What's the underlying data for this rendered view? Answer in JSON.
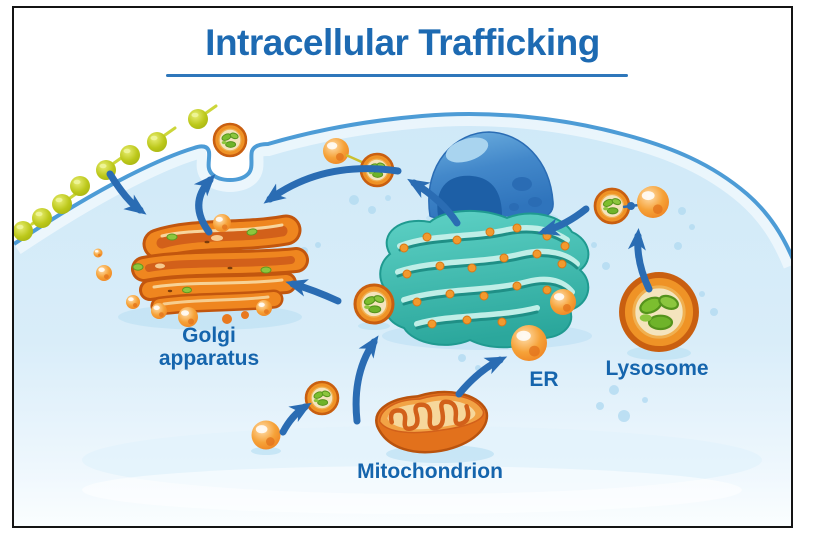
{
  "title": {
    "text": "Intracellular Trafficking"
  },
  "labels": {
    "golgi_line1": "Golgi",
    "golgi_line2": "apparatus",
    "mitochondrion": "Mitochondrion",
    "er": "ER",
    "lysosome": "Lysosome"
  },
  "colors": {
    "title_text": "#1d6ab2",
    "label_text": "#1565ad",
    "arrow_blue": "#2a6cb3",
    "membrane_line": "#4d9cd6",
    "cytoplasm_light_blue": "#d8edf9",
    "golgi_orange": "#ef861f",
    "er_teal": "#45c4b8",
    "nucleus_blue": "#3a7fc4",
    "lysosome_ring_orange": "#ef9326",
    "lysosome_lumen_cream": "#f4e4bd",
    "enzyme_green": "#7cbe2f",
    "secreted_vesicle_yellow_green": "#c3cf2a",
    "frame_border": "#141414",
    "background": "#ffffff"
  }
}
